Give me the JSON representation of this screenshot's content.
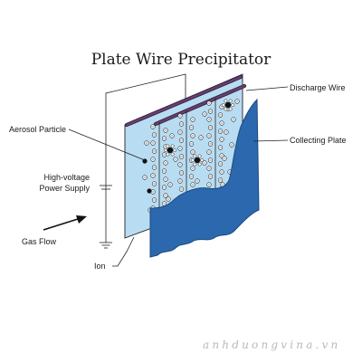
{
  "diagram": {
    "title": "Plate Wire Precipitator",
    "labels": {
      "discharge_wire": "Discharge Wire",
      "aerosol_particle": "Aerosol Particle",
      "collecting_plate": "Collecting Plate",
      "power_supply_line1": "High-voltage",
      "power_supply_line2": "Power Supply",
      "gas_flow": "Gas Flow",
      "ion": "Ion"
    },
    "watermark": "anhduongvina.vn"
  },
  "colors": {
    "front_plate": "#b8dcf2",
    "collecting_plate": "#2c68ad",
    "discharge_bar": "#6b3b78",
    "line": "#222222",
    "watermark": "#b9b9b9"
  }
}
